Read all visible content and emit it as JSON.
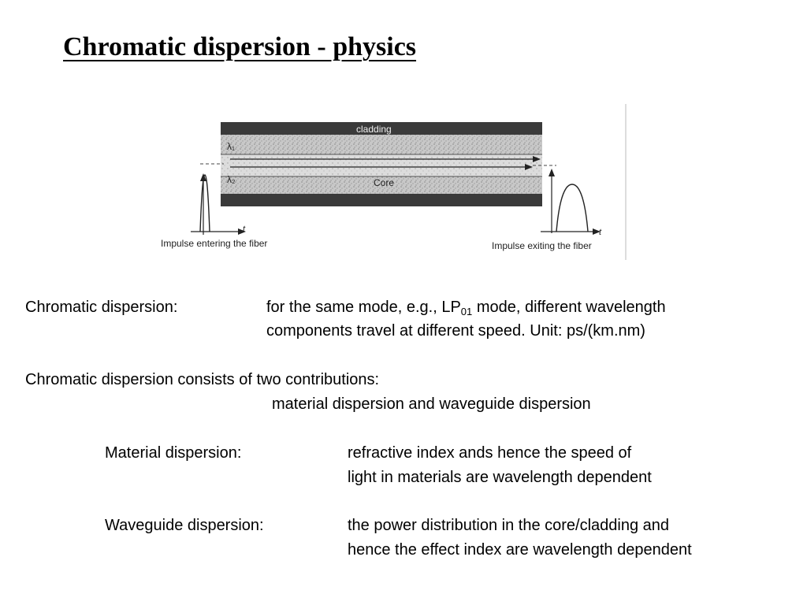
{
  "slide": {
    "title": "Chromatic dispersion - physics"
  },
  "figure": {
    "cladding_label": "cladding",
    "core_label": "Core",
    "lambda1_label": "λ₁",
    "lambda2_label": "λ₂",
    "t_axis_left": "t",
    "t_axis_right": "t",
    "caption_entering": "Impulse entering the fiber",
    "caption_exiting": "Impulse exiting the fiber"
  },
  "body": {
    "cd_label": "Chromatic dispersion:",
    "cd_def_line1_pre": "for the same mode, e.g., LP",
    "cd_def_line1_sub": "01",
    "cd_def_line1_post": " mode, different wavelength",
    "cd_def_line2": "components travel at different speed.  Unit: ps/(km.nm)",
    "contrib_line1": "Chromatic dispersion consists of two contributions:",
    "contrib_line2": "material dispersion and waveguide dispersion",
    "mat_label": "Material dispersion:",
    "mat_def_line1": "refractive index ands hence the speed of",
    "mat_def_line2": "light in materials are wavelength dependent",
    "wg_label": "Waveguide dispersion:",
    "wg_def_line1": "the power distribution in the core/cladding and",
    "wg_def_line2": "hence the effect index are wavelength dependent"
  }
}
